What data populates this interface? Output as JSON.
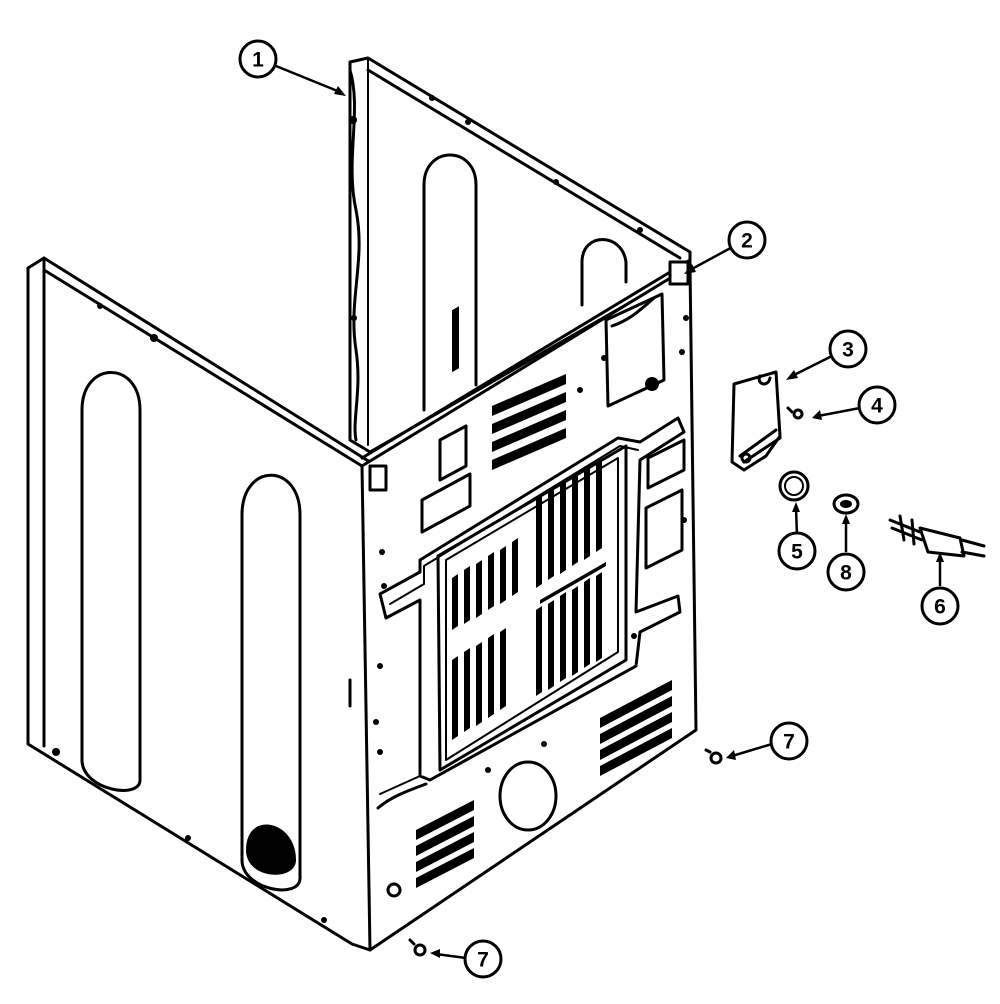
{
  "callouts": [
    {
      "id": "c1",
      "label": "1"
    },
    {
      "id": "c2",
      "label": "2"
    },
    {
      "id": "c3",
      "label": "3"
    },
    {
      "id": "c4",
      "label": "4"
    },
    {
      "id": "c5",
      "label": "5"
    },
    {
      "id": "c8",
      "label": "8"
    },
    {
      "id": "c6",
      "label": "6"
    },
    {
      "id": "c7a",
      "label": "7"
    },
    {
      "id": "c7b",
      "label": "7"
    }
  ]
}
